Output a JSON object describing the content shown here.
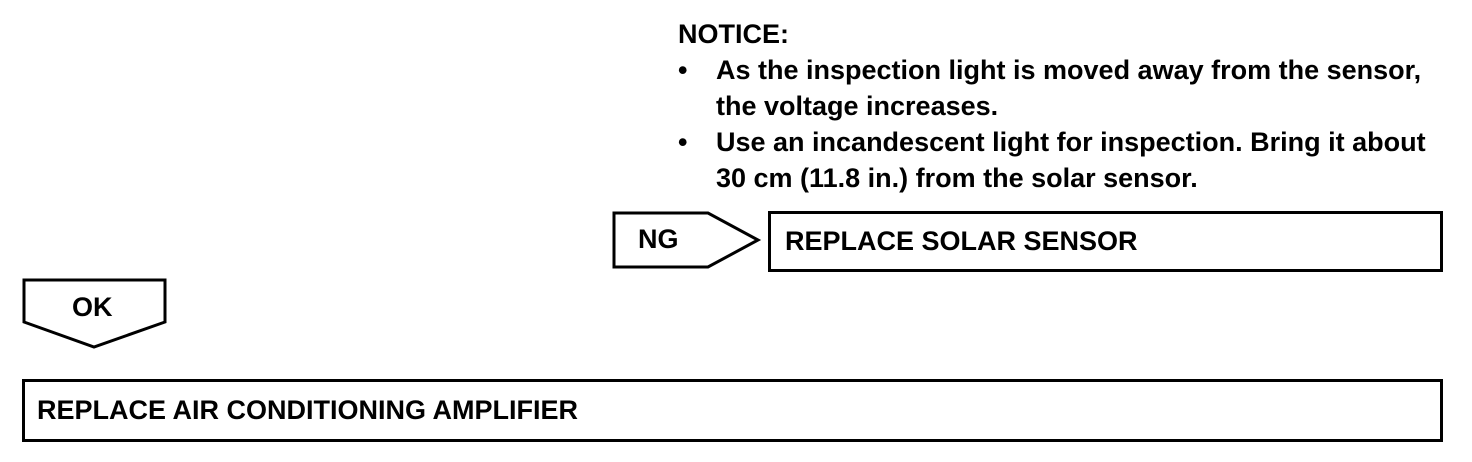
{
  "notice": {
    "title": "NOTICE:",
    "items": [
      {
        "bullet": "•",
        "text": "As the inspection light is moved away from the sensor, the voltage increases."
      },
      {
        "bullet": "•",
        "text": "Use an incandescent light for inspection. Bring it about 30 cm (11.8 in.) from the solar sensor."
      }
    ]
  },
  "ng_branch": {
    "label": "NG",
    "result": "REPLACE SOLAR SENSOR"
  },
  "ok_branch": {
    "label": "OK",
    "result": "REPLACE AIR CONDITIONING AMPLIFIER"
  }
}
